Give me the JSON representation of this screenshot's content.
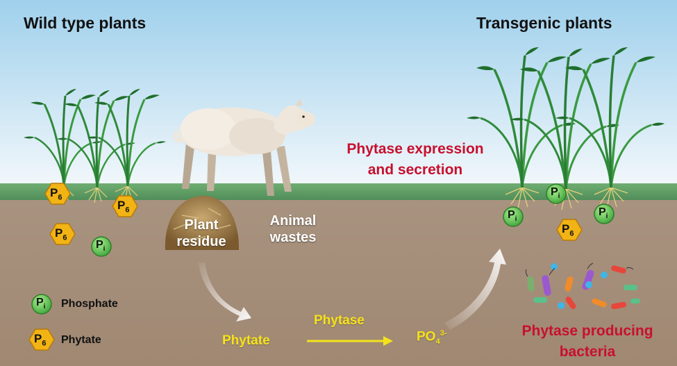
{
  "labels": {
    "wild_type": "Wild type plants",
    "transgenic": "Transgenic plants",
    "phytase_expr_1": "Phytase expression",
    "phytase_expr_2": "and secretion",
    "plant_residue_1": "Plant",
    "plant_residue_2": "residue",
    "animal_wastes_1": "Animal",
    "animal_wastes_2": "wastes",
    "phytate_flow": "Phytate",
    "phytase_enzyme": "Phytase",
    "po4_base": "PO",
    "po4_sub": "4",
    "po4_sup": "3-",
    "bacteria_1": "Phytase producing",
    "bacteria_2": "bacteria"
  },
  "legend": [
    {
      "symbol": "Pi",
      "symbol_letter": "P",
      "symbol_sub": "i",
      "label": "Phosphate"
    },
    {
      "symbol": "P6",
      "symbol_letter": "P",
      "symbol_sub": "6",
      "label": "Phytate"
    }
  ],
  "badges": {
    "phosphate_letter": "P",
    "phosphate_sub": "i",
    "phytate_letter": "P",
    "phytate_sub": "6"
  },
  "colors": {
    "sky_top": "#9fd0ec",
    "sky_bottom": "#f3f8fb",
    "grass": "#5f9b63",
    "soil": "#a58f78",
    "phosphate_fill": "#6fcf5b",
    "phytate_fill": "#f2b315",
    "accent_red": "#c8102e",
    "accent_yellow": "#f5e21a"
  }
}
